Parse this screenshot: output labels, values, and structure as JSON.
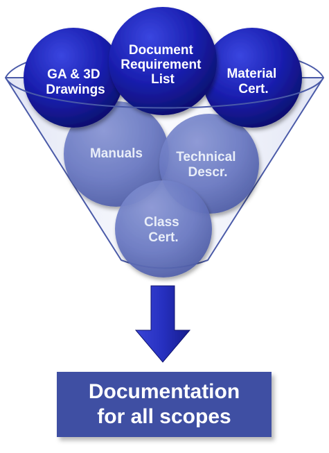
{
  "colors": {
    "ball_front": "#1a1fb0",
    "ball_back": "#6b7ac4",
    "funnel_outline": "#4a5aa8",
    "arrow": "#2630c0",
    "result_box": "#3f4fa3"
  },
  "funnel": {
    "inputs": [
      {
        "id": "ga-3d-drawings",
        "lines": [
          "GA & 3D",
          "Drawings"
        ]
      },
      {
        "id": "document-requirement-list",
        "lines": [
          "Document",
          "Requirement",
          "List"
        ]
      },
      {
        "id": "material-cert",
        "lines": [
          "Material",
          "Cert."
        ]
      },
      {
        "id": "manuals",
        "lines": [
          "Manuals"
        ]
      },
      {
        "id": "technical-descr",
        "lines": [
          "Technical",
          "Descr."
        ]
      },
      {
        "id": "class-cert",
        "lines": [
          "Class",
          "Cert."
        ]
      }
    ]
  },
  "result": {
    "line1": "Documentation",
    "line2": "for all scopes"
  }
}
